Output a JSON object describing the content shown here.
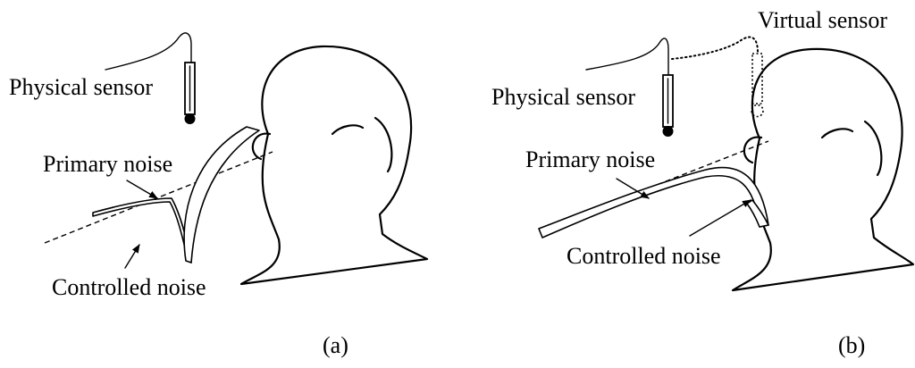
{
  "panel_a": {
    "caption": "(a)",
    "physical_sensor_label": "Physical sensor",
    "primary_noise_label": "Primary noise",
    "controlled_noise_label": "Controlled noise"
  },
  "panel_b": {
    "caption": "(b)",
    "physical_sensor_label": "Physical sensor",
    "virtual_sensor_label": "Virtual sensor",
    "primary_noise_label": "Primary noise",
    "controlled_noise_label": "Controlled noise"
  }
}
